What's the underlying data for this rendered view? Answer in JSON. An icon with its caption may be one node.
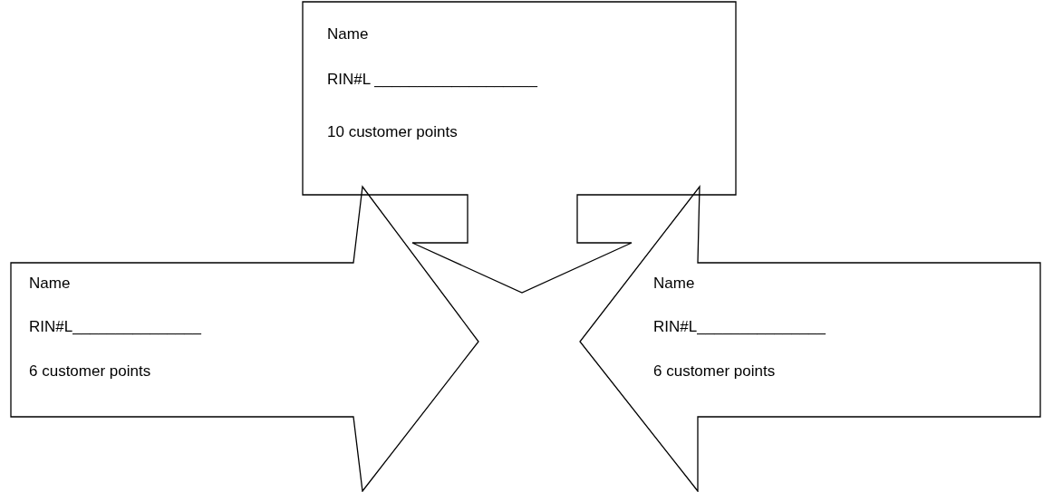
{
  "diagram": {
    "nodes": [
      {
        "text": [
          "Name",
          "RIN#L ___________________",
          "10 customer points"
        ]
      },
      {
        "text": [
          "Name",
          "RIN#L_______________",
          "6 customer points"
        ]
      },
      {
        "text": [
          "Name",
          "RIN#L_______________",
          "6 customer points"
        ]
      }
    ]
  }
}
